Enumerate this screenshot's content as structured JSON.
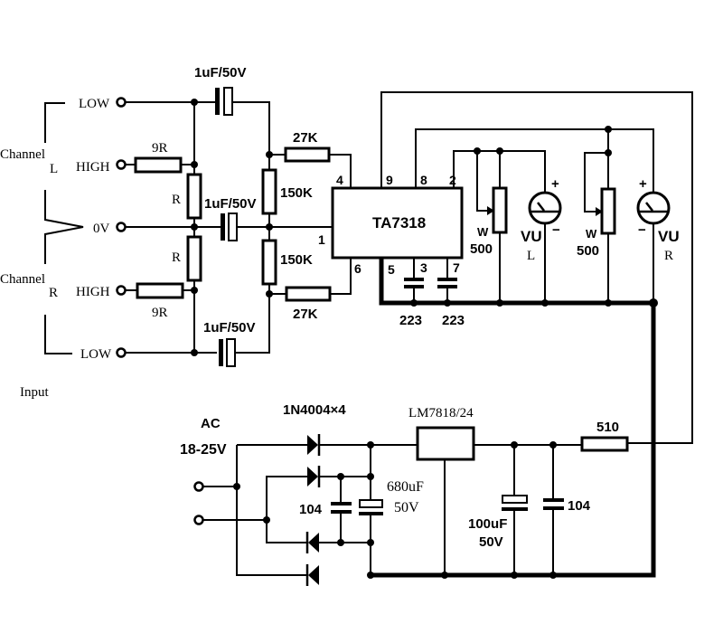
{
  "input": {
    "title": "Input",
    "channel_left": {
      "label": "Channel",
      "side": "L"
    },
    "channel_right": {
      "label": "Channel",
      "side": "R"
    },
    "terminals": {
      "left_low": "LOW",
      "left_high": "HIGH",
      "common": "0V",
      "right_high": "HIGH",
      "right_low": "LOW"
    },
    "resistors": {
      "left_series": "9R",
      "left_shunt": "R",
      "right_shunt": "R",
      "right_series": "9R"
    },
    "capacitors": {
      "left": "1uF/50V",
      "center": "1uF/50V",
      "right": "1uF/50V"
    }
  },
  "bias": {
    "left_feed": "27K",
    "left_divider": "150K",
    "right_divider": "150K",
    "right_feed": "27K"
  },
  "ic": {
    "name": "TA7318",
    "pins": {
      "p1": "1",
      "p2": "2",
      "p3": "3",
      "p4": "4",
      "p5": "5",
      "p6": "6",
      "p7": "7",
      "p8": "8",
      "p9": "9"
    },
    "cap_pin3": "223",
    "cap_pin7": "223"
  },
  "meters": {
    "left": {
      "pot_type": "W",
      "pot_value": "500",
      "meter": "VU",
      "side": "L",
      "plus": "+",
      "minus": "−"
    },
    "right": {
      "pot_type": "W",
      "pot_value": "500",
      "meter": "VU",
      "side": "R",
      "plus": "+",
      "minus": "−"
    }
  },
  "power": {
    "ac_label": "AC",
    "ac_range": "18-25V",
    "bridge": "1N4004×4",
    "filter_cap_ceramic": "104",
    "filter_cap_value": "680uF",
    "filter_cap_voltage": "50V",
    "regulator": "LM7818/24",
    "out_cap_value": "100uF",
    "out_cap_voltage": "50V",
    "out_cap_ceramic": "104",
    "drop_resistor": "510"
  }
}
